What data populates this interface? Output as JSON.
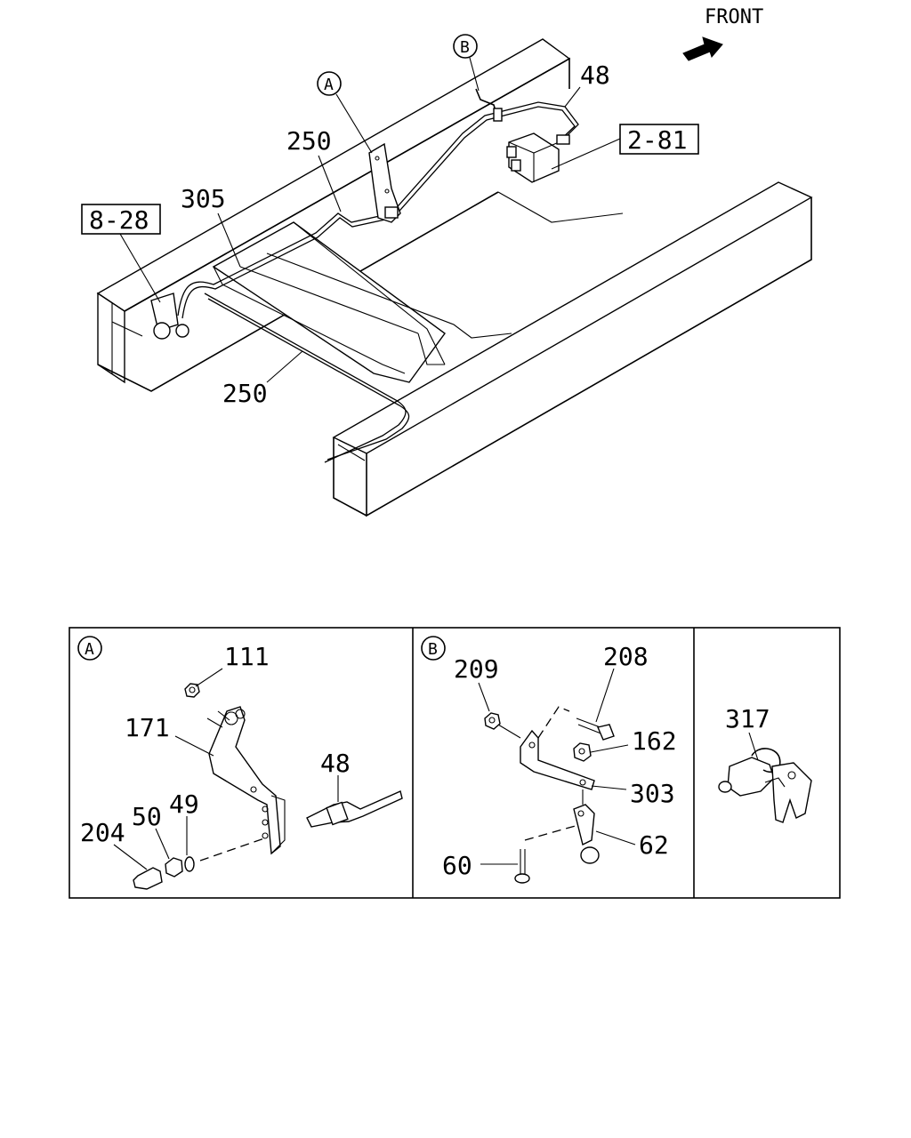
{
  "front_label": "FRONT",
  "main_view": {
    "callouts": {
      "ref_a": "A",
      "ref_b": "B",
      "part_48": "48",
      "part_250_upper": "250",
      "part_250_lower": "250",
      "part_305": "305",
      "ref_2_81": "2-81",
      "ref_8_28": "8-28"
    }
  },
  "detail_a": {
    "marker": "A",
    "parts": {
      "p111": "111",
      "p171": "171",
      "p48": "48",
      "p50": "50",
      "p49": "49",
      "p204": "204"
    }
  },
  "detail_b": {
    "marker": "B",
    "parts": {
      "p209": "209",
      "p208": "208",
      "p162": "162",
      "p303": "303",
      "p62": "62",
      "p60": "60"
    }
  },
  "detail_c": {
    "parts": {
      "p317": "317"
    }
  }
}
